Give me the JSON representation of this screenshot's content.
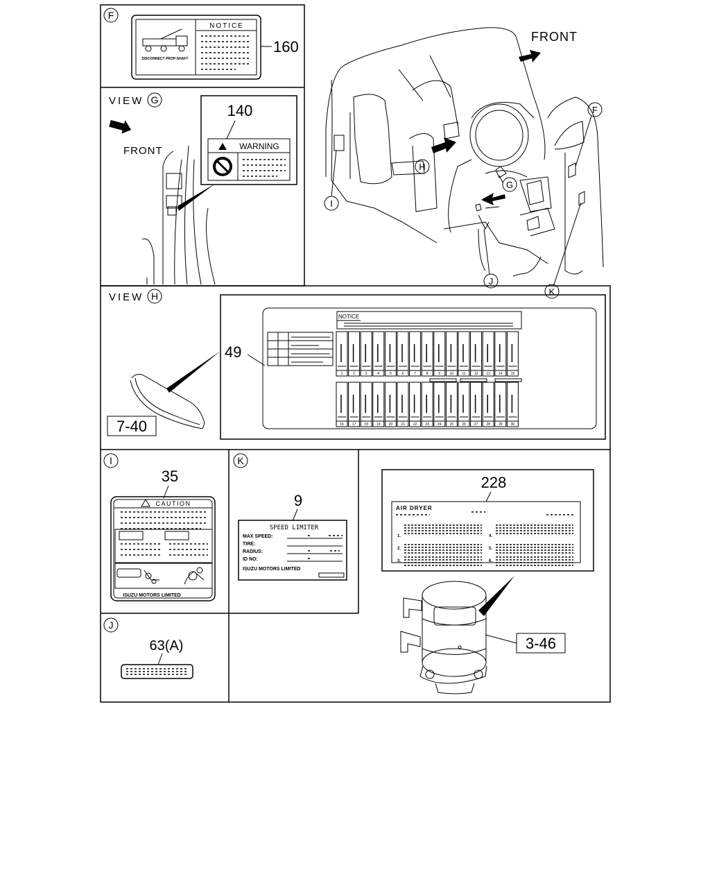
{
  "views": {
    "f_letter": "F",
    "g_letter": "G",
    "h_letter": "H",
    "i_letter": "I",
    "j_letter": "J",
    "k_letter": "K",
    "view_word": "VIEW",
    "front_label": "FRONT"
  },
  "callouts": {
    "p160": "160",
    "p140": "140",
    "p49": "49",
    "p740": "7-40",
    "p35": "35",
    "p9": "9",
    "p228": "228",
    "p346": "3-46",
    "p63": "63(A)"
  },
  "labels": {
    "notice": "NOTICE",
    "warning": "WARNING",
    "caution": "CAUTION",
    "isuzu": "ISUZU MOTORS LIMITED",
    "speed_limiter_title": "SPEED LIMITER",
    "max_speed": "MAX SPEED:",
    "tire": "TIRE:",
    "radius": "RADIUS:",
    "id_no": "ID NO:",
    "air_dryer": "AIR DRYER",
    "disconnect": "DISCONNECT PROP-SHAFT",
    "fuse_top": [
      "1",
      "2",
      "3",
      "4",
      "5",
      "6",
      "7",
      "8",
      "9",
      "10",
      "11",
      "12",
      "13",
      "14",
      "15"
    ],
    "fuse_bottom": [
      "16",
      "17",
      "18",
      "19",
      "20",
      "21",
      "22",
      "23",
      "24",
      "25",
      "26",
      "27",
      "28",
      "29",
      "30"
    ],
    "air_items": [
      "1.",
      "2.",
      "3.",
      "4.",
      "5.",
      "6."
    ]
  }
}
